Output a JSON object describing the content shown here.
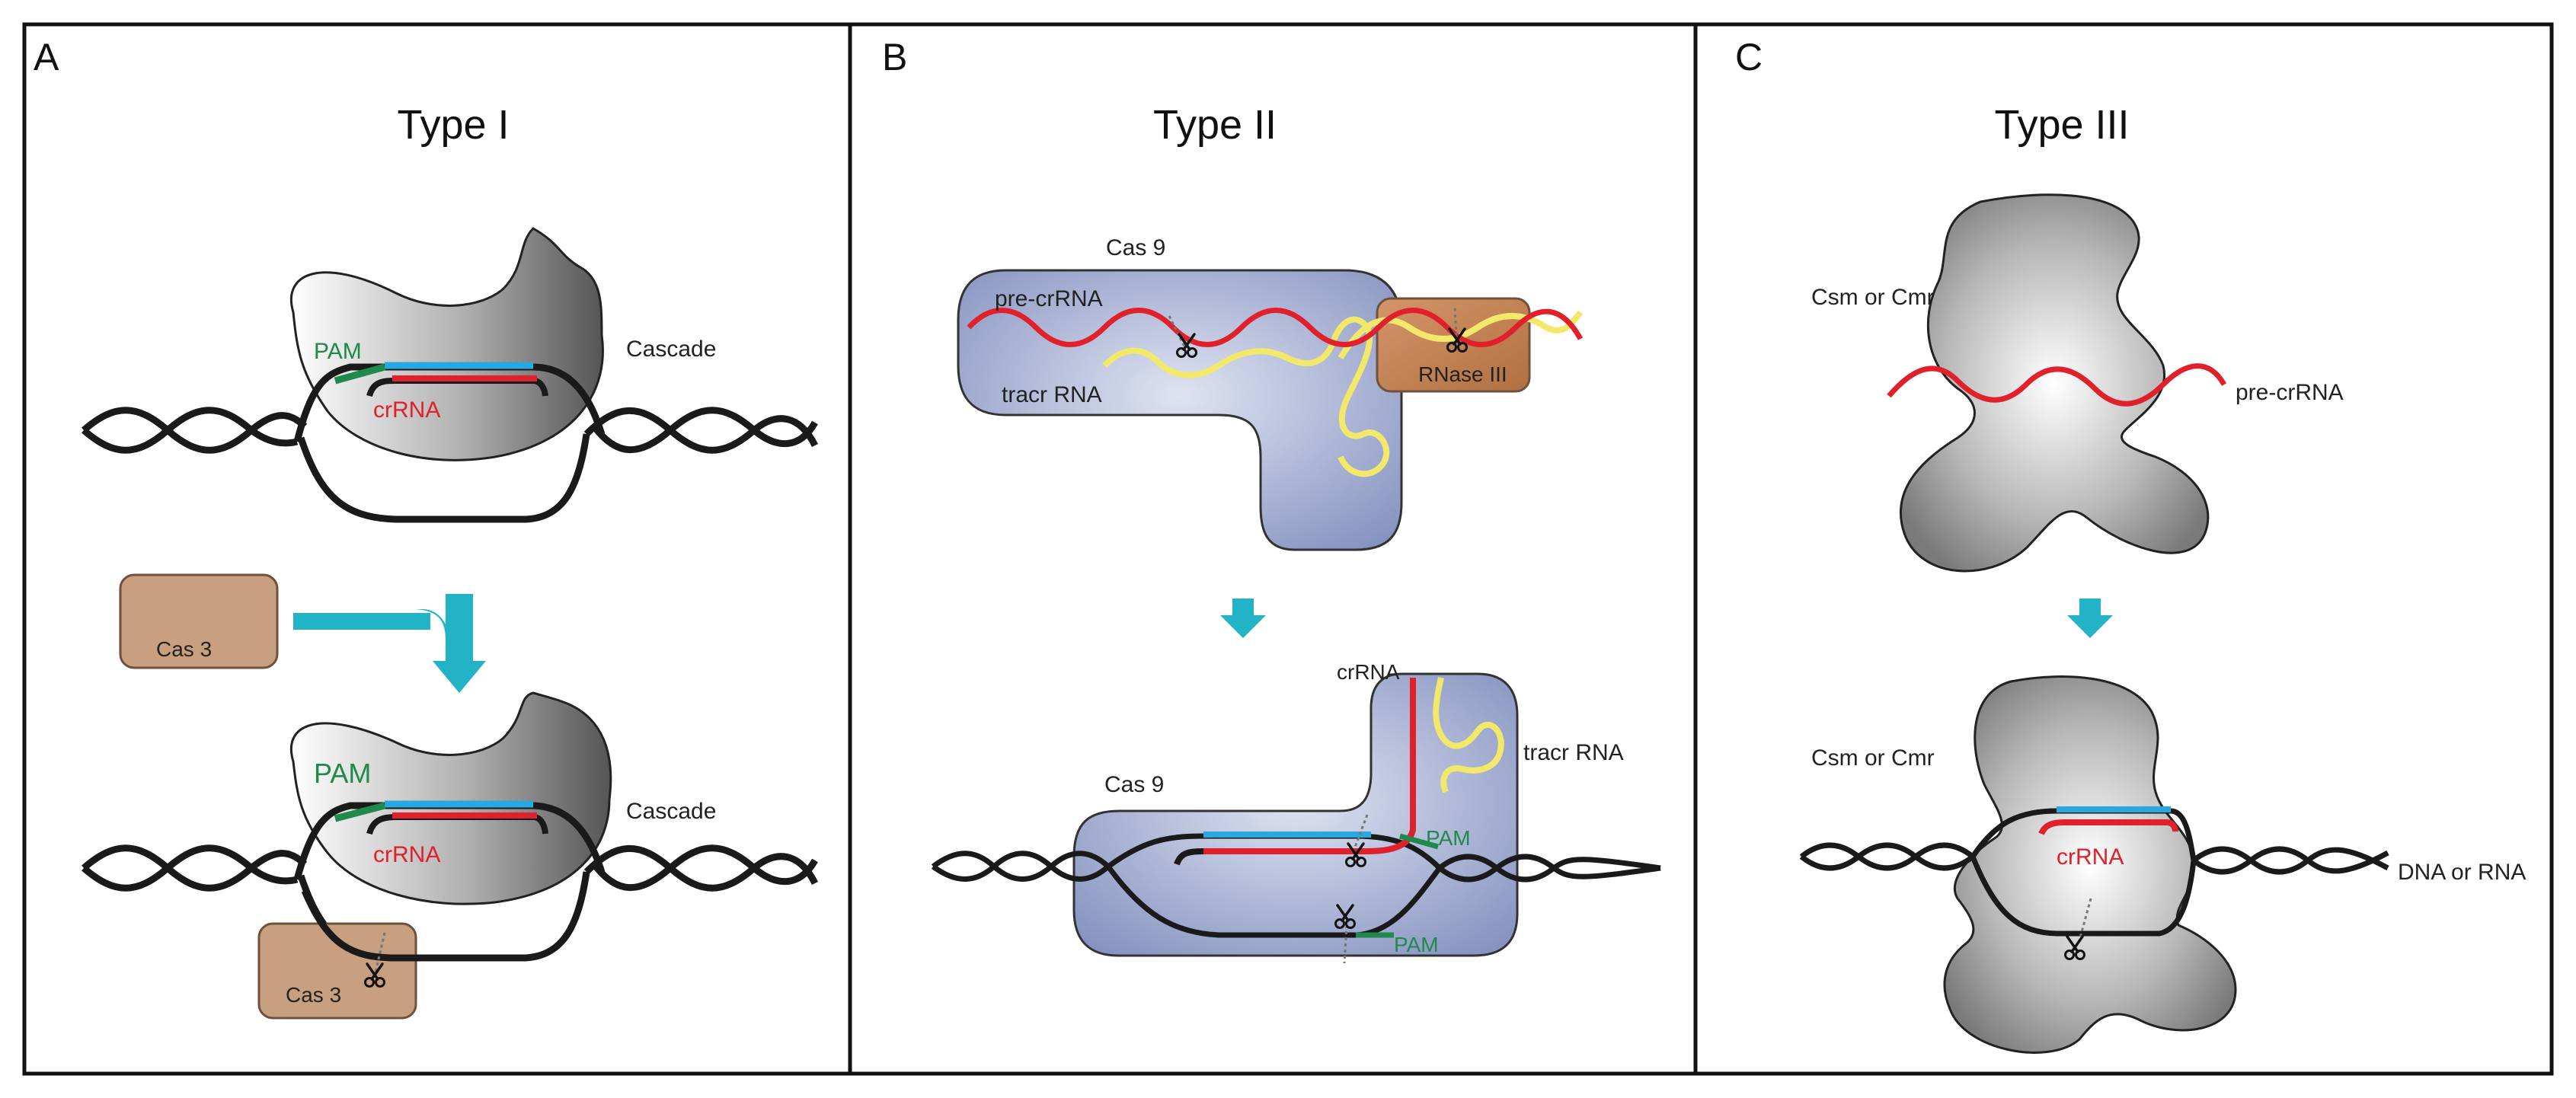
{
  "colors": {
    "frame": "#111111",
    "dna": "#1a1a1a",
    "crrna": "#e0202a",
    "spacer_blue": "#29a8e0",
    "pam_green": "#1f8a4c",
    "tracr_yellow": "#f2e86a",
    "arrow_teal": "#22b3c6",
    "cas_box": "#c9a07f",
    "cas_box_edge": "#6f5140",
    "cas9_fill": "#8f9bc4",
    "rnase_fill": "#bf8250"
  },
  "panels": [
    {
      "letter": "A",
      "title": "Type I",
      "labels": {
        "pam_top": "PAM",
        "crrna_top": "crRNA",
        "cascade_top": "Cascade",
        "cas3_box": "Cas 3",
        "pam_bottom": "PAM",
        "crrna_bottom": "crRNA",
        "cascade_bottom": "Cascade",
        "cas3_bottom": "Cas 3"
      }
    },
    {
      "letter": "B",
      "title": "Type II",
      "labels": {
        "cas9_top": "Cas 9",
        "precrrna": "pre-crRNA",
        "tracr_top": "tracr RNA",
        "rnase": "RNase III",
        "crrna": "crRNA",
        "tracr_bottom": "tracr RNA",
        "cas9_bottom": "Cas 9",
        "pam_upper": "PAM",
        "pam_lower": "PAM"
      }
    },
    {
      "letter": "C",
      "title": "Type III",
      "labels": {
        "csm_top": "Csm or Cmr",
        "precrrna": "pre-crRNA",
        "csm_bottom": "Csm or Cmr",
        "crrna": "crRNA",
        "target": "DNA or RNA"
      }
    }
  ],
  "icons": {
    "scissors": "scissors-icon",
    "arrow": "down-arrow-icon"
  }
}
